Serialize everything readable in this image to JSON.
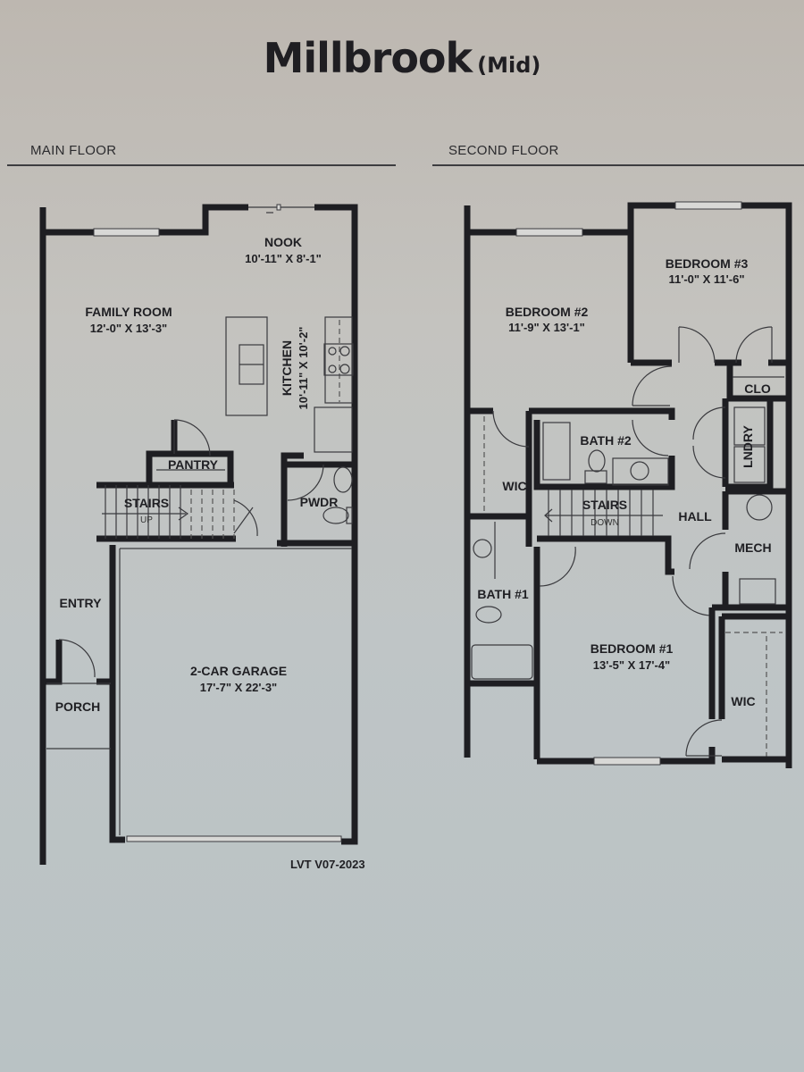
{
  "title": {
    "name": "Millbrook",
    "variant": "(Mid)"
  },
  "main_floor": {
    "label": "MAIN FLOOR",
    "rooms": {
      "nook": {
        "name": "NOOK",
        "dims": "10'-11\" X 8'-1\""
      },
      "family_room": {
        "name": "FAMILY ROOM",
        "dims": "12'-0\" X 13'-3\""
      },
      "kitchen": {
        "name": "KITCHEN",
        "dims": "10'-11\" X 10'-2\""
      },
      "pantry": {
        "name": "PANTRY"
      },
      "stairs": {
        "name": "STAIRS",
        "direction": "UP"
      },
      "powder": {
        "name": "PWDR"
      },
      "entry": {
        "name": "ENTRY"
      },
      "porch": {
        "name": "PORCH"
      },
      "garage": {
        "name": "2-CAR GARAGE",
        "dims": "17'-7\" X 22'-3\""
      }
    }
  },
  "second_floor": {
    "label": "SECOND FLOOR",
    "rooms": {
      "bedroom2": {
        "name": "BEDROOM #2",
        "dims": "11'-9\" X 13'-1\""
      },
      "bedroom3": {
        "name": "BEDROOM #3",
        "dims": "11'-0\" X 11'-6\""
      },
      "closet": {
        "name": "CLO"
      },
      "bath2": {
        "name": "BATH #2"
      },
      "laundry": {
        "name": "LNDRY"
      },
      "wic_upper": {
        "name": "WIC"
      },
      "stairs": {
        "name": "STAIRS",
        "direction": "DOWN"
      },
      "hall": {
        "name": "HALL"
      },
      "mech": {
        "name": "MECH"
      },
      "bath1": {
        "name": "BATH #1"
      },
      "bedroom1": {
        "name": "BEDROOM #1",
        "dims": "13'-5\" X 17'-4\""
      },
      "wic_lower": {
        "name": "WIC"
      }
    }
  },
  "version": "LVT V07-2023"
}
